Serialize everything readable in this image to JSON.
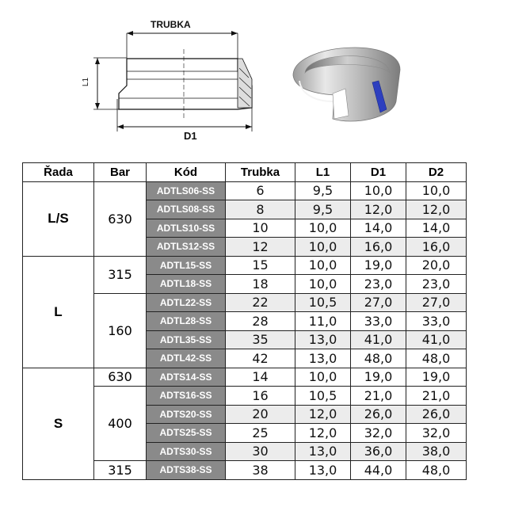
{
  "drawing": {
    "labels": {
      "top": "TRUBKA",
      "bottom": "D1",
      "side": "L1"
    }
  },
  "table": {
    "headers": [
      "Řada",
      "Bar",
      "Kód",
      "Trubka",
      "L1",
      "D1",
      "D2"
    ],
    "rows": [
      {
        "rada": "L/S",
        "bar": "630",
        "kod": "ADTLS06-SS",
        "trubka": "6",
        "l1": "9,5",
        "d1": "10,0",
        "d2": "10,0"
      },
      {
        "rada": "",
        "bar": "",
        "kod": "ADTLS08-SS",
        "trubka": "8",
        "l1": "9,5",
        "d1": "12,0",
        "d2": "12,0"
      },
      {
        "rada": "",
        "bar": "",
        "kod": "ADTLS10-SS",
        "trubka": "10",
        "l1": "10,0",
        "d1": "14,0",
        "d2": "14,0"
      },
      {
        "rada": "",
        "bar": "",
        "kod": "ADTLS12-SS",
        "trubka": "12",
        "l1": "10,0",
        "d1": "16,0",
        "d2": "16,0"
      },
      {
        "rada": "L",
        "bar": "315",
        "kod": "ADTL15-SS",
        "trubka": "15",
        "l1": "10,0",
        "d1": "19,0",
        "d2": "20,0"
      },
      {
        "rada": "",
        "bar": "",
        "kod": "ADTL18-SS",
        "trubka": "18",
        "l1": "10,0",
        "d1": "23,0",
        "d2": "23,0"
      },
      {
        "rada": "",
        "bar": "160",
        "kod": "ADTL22-SS",
        "trubka": "22",
        "l1": "10,5",
        "d1": "27,0",
        "d2": "27,0"
      },
      {
        "rada": "",
        "bar": "",
        "kod": "ADTL28-SS",
        "trubka": "28",
        "l1": "11,0",
        "d1": "33,0",
        "d2": "33,0"
      },
      {
        "rada": "",
        "bar": "",
        "kod": "ADTL35-SS",
        "trubka": "35",
        "l1": "13,0",
        "d1": "41,0",
        "d2": "41,0"
      },
      {
        "rada": "",
        "bar": "",
        "kod": "ADTL42-SS",
        "trubka": "42",
        "l1": "13,0",
        "d1": "48,0",
        "d2": "48,0"
      },
      {
        "rada": "S",
        "bar": "630",
        "kod": "ADTS14-SS",
        "trubka": "14",
        "l1": "10,0",
        "d1": "19,0",
        "d2": "19,0"
      },
      {
        "rada": "",
        "bar": "400",
        "kod": "ADTS16-SS",
        "trubka": "16",
        "l1": "10,5",
        "d1": "21,0",
        "d2": "21,0"
      },
      {
        "rada": "",
        "bar": "",
        "kod": "ADTS20-SS",
        "trubka": "20",
        "l1": "12,0",
        "d1": "26,0",
        "d2": "26,0"
      },
      {
        "rada": "",
        "bar": "",
        "kod": "ADTS25-SS",
        "trubka": "25",
        "l1": "12,0",
        "d1": "32,0",
        "d2": "32,0"
      },
      {
        "rada": "",
        "bar": "",
        "kod": "ADTS30-SS",
        "trubka": "30",
        "l1": "13,0",
        "d1": "36,0",
        "d2": "38,0"
      },
      {
        "rada": "",
        "bar": "315",
        "kod": "ADTS38-SS",
        "trubka": "38",
        "l1": "13,0",
        "d1": "44,0",
        "d2": "48,0"
      }
    ]
  }
}
